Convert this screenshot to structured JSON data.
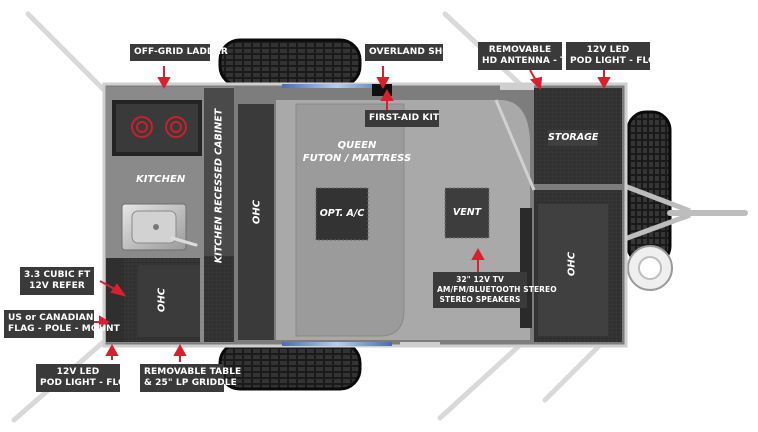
{
  "labels": {
    "off_grid_ladder": "OFF-GRID LADDER",
    "overland_shovel": "OVERLAND SHOVEL",
    "removable_antenna": [
      "REMOVABLE",
      "HD ANTENNA - TV"
    ],
    "led_pod_top": [
      "12V LED",
      "POD LIGHT - FLOOD"
    ],
    "first_aid_kit": "FIRST-AID KIT",
    "refer": [
      "3.3   CUBIC FT",
      "12V REFER"
    ],
    "flag_mount": [
      "US or CANADIAN",
      "FLAG - POLE - MOUNT"
    ],
    "led_pod_bottom": [
      "12V LED",
      "POD LIGHT - FLOOD"
    ],
    "table_griddle": [
      "REMOVABLE TABLE",
      "& 25\" LP GRIDDLE"
    ],
    "tv": [
      "32\" 12V TV",
      "AM/FM/BLUETOOTH STEREO",
      "STEREO SPEAKERS"
    ]
  },
  "areas": {
    "kitchen": "KITCHEN",
    "kitchen_cabinet": "KITCHEN RECESSED CABINET",
    "ohc_left": "OHC",
    "queen": [
      "QUEEN",
      "FUTON / MATTRESS"
    ],
    "opt_ac": "OPT. A/C",
    "vent": "VENT",
    "storage": "STORAGE",
    "ohc_right": "OHC",
    "ohc_bottom": "OHC"
  },
  "colors": {
    "label_bg": "#3a3a3a",
    "arrow": "#d8202f",
    "body_gray": "#7d7d7d",
    "dark_panel": "#2f2f2f",
    "floor": "#bcbcbc"
  }
}
